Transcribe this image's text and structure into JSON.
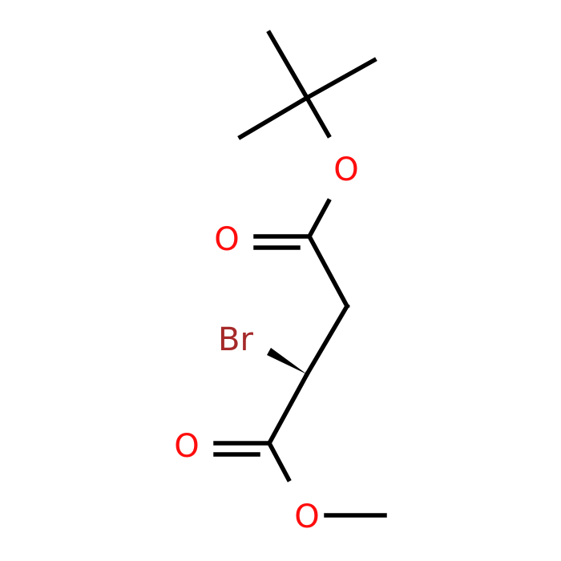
{
  "molecule": {
    "colors": {
      "bond": "#000000",
      "oxygen": "#ff0d0d",
      "bromine": "#a62929",
      "background": "#ffffff"
    },
    "atoms": {
      "o_ether_top": "O",
      "o_carbonyl_top": "O",
      "br": "Br",
      "o_carbonyl_bottom": "O",
      "o_ether_bottom": "O"
    }
  }
}
